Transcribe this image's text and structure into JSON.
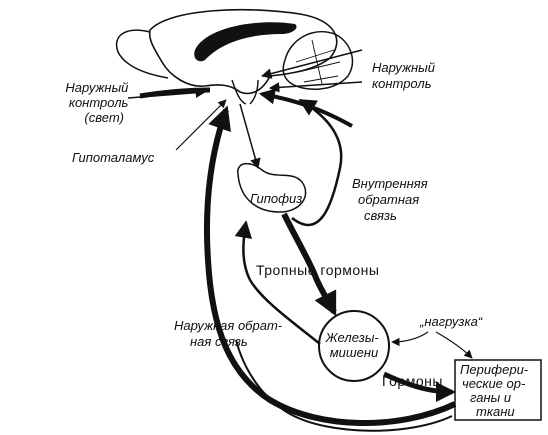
{
  "diagram": {
    "labels": {
      "external_control_light": [
        "Наружный",
        "контроль",
        "(свет)"
      ],
      "external_control_right": [
        "Наружный",
        "контроль"
      ],
      "hypothalamus": "Гипоталамус",
      "pituitary": "Гипофиз",
      "internal_feedback": [
        "Внутренняя",
        "обратная",
        "связь"
      ],
      "tropic_hormones": "Тропные гормоны",
      "external_feedback": [
        "Наружная обрат-",
        "ная связь"
      ],
      "target_glands": [
        "Железы-",
        "мишени"
      ],
      "load": "„нагрузка“",
      "hormones": "Гормоны",
      "peripheral_organs": [
        "Перифери-",
        "ческие ор-",
        "ганы и",
        "ткани"
      ]
    },
    "colors": {
      "ink": "#111111",
      "paper": "#ffffff"
    }
  }
}
